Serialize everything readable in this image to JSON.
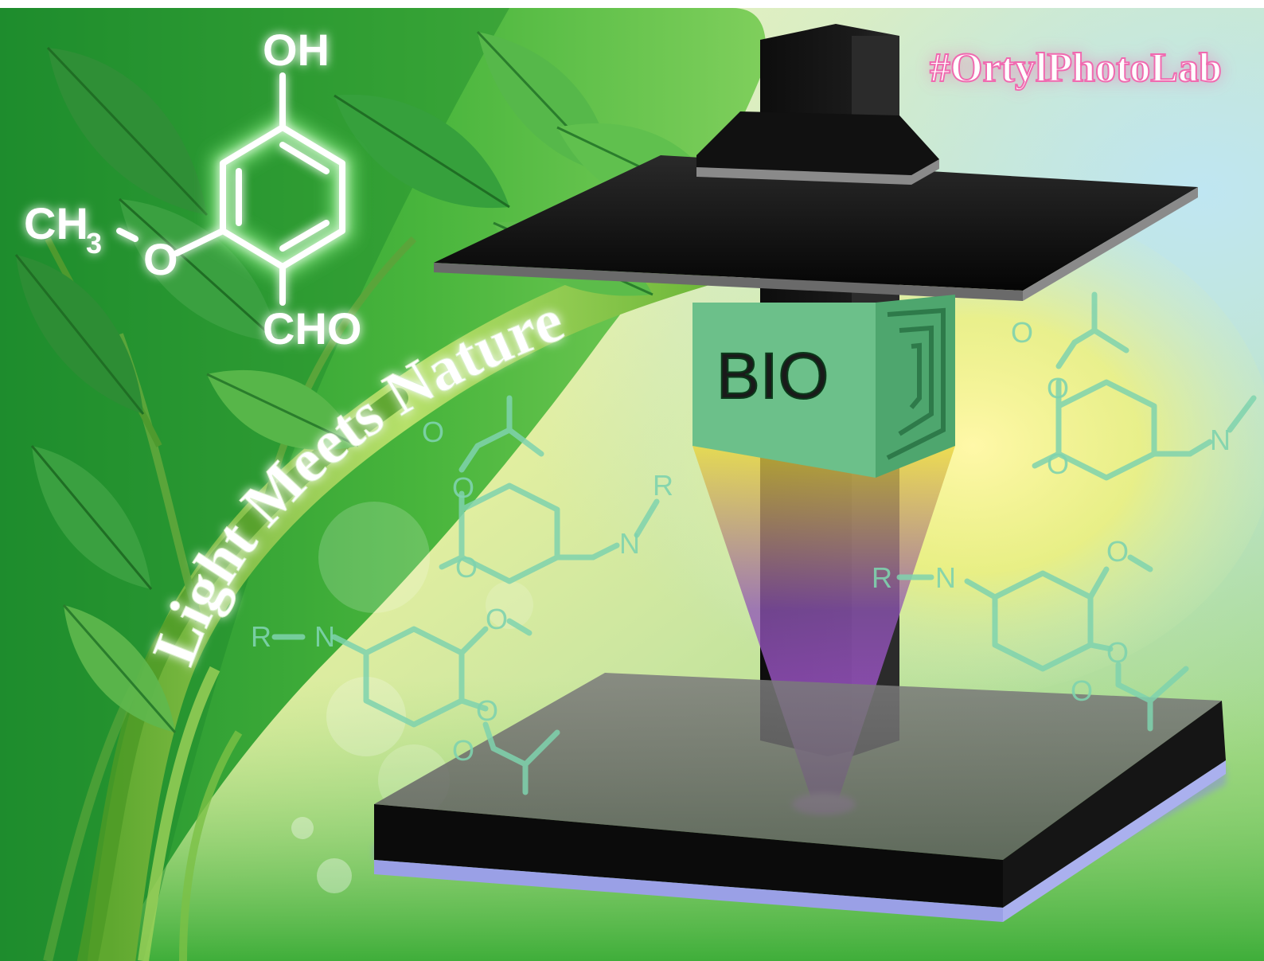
{
  "hashtag": "#OrtylPhotoLab",
  "slogan": "Light Meets Nature",
  "cube_label": "BIO",
  "vanillin": {
    "oh": "OH",
    "ch3": "CH",
    "sub3": "3",
    "o": "O",
    "cho": "CHO"
  },
  "monomer": {
    "o": "O",
    "n": "N",
    "r": "R"
  },
  "colors": {
    "leaf_green": "#2f9a3a",
    "cube_green": "#6cc08a",
    "monomer_teal": "#7fd3ae",
    "hashtag_pink": "#f06ab0",
    "beam_violet": "#9b3fd6"
  }
}
